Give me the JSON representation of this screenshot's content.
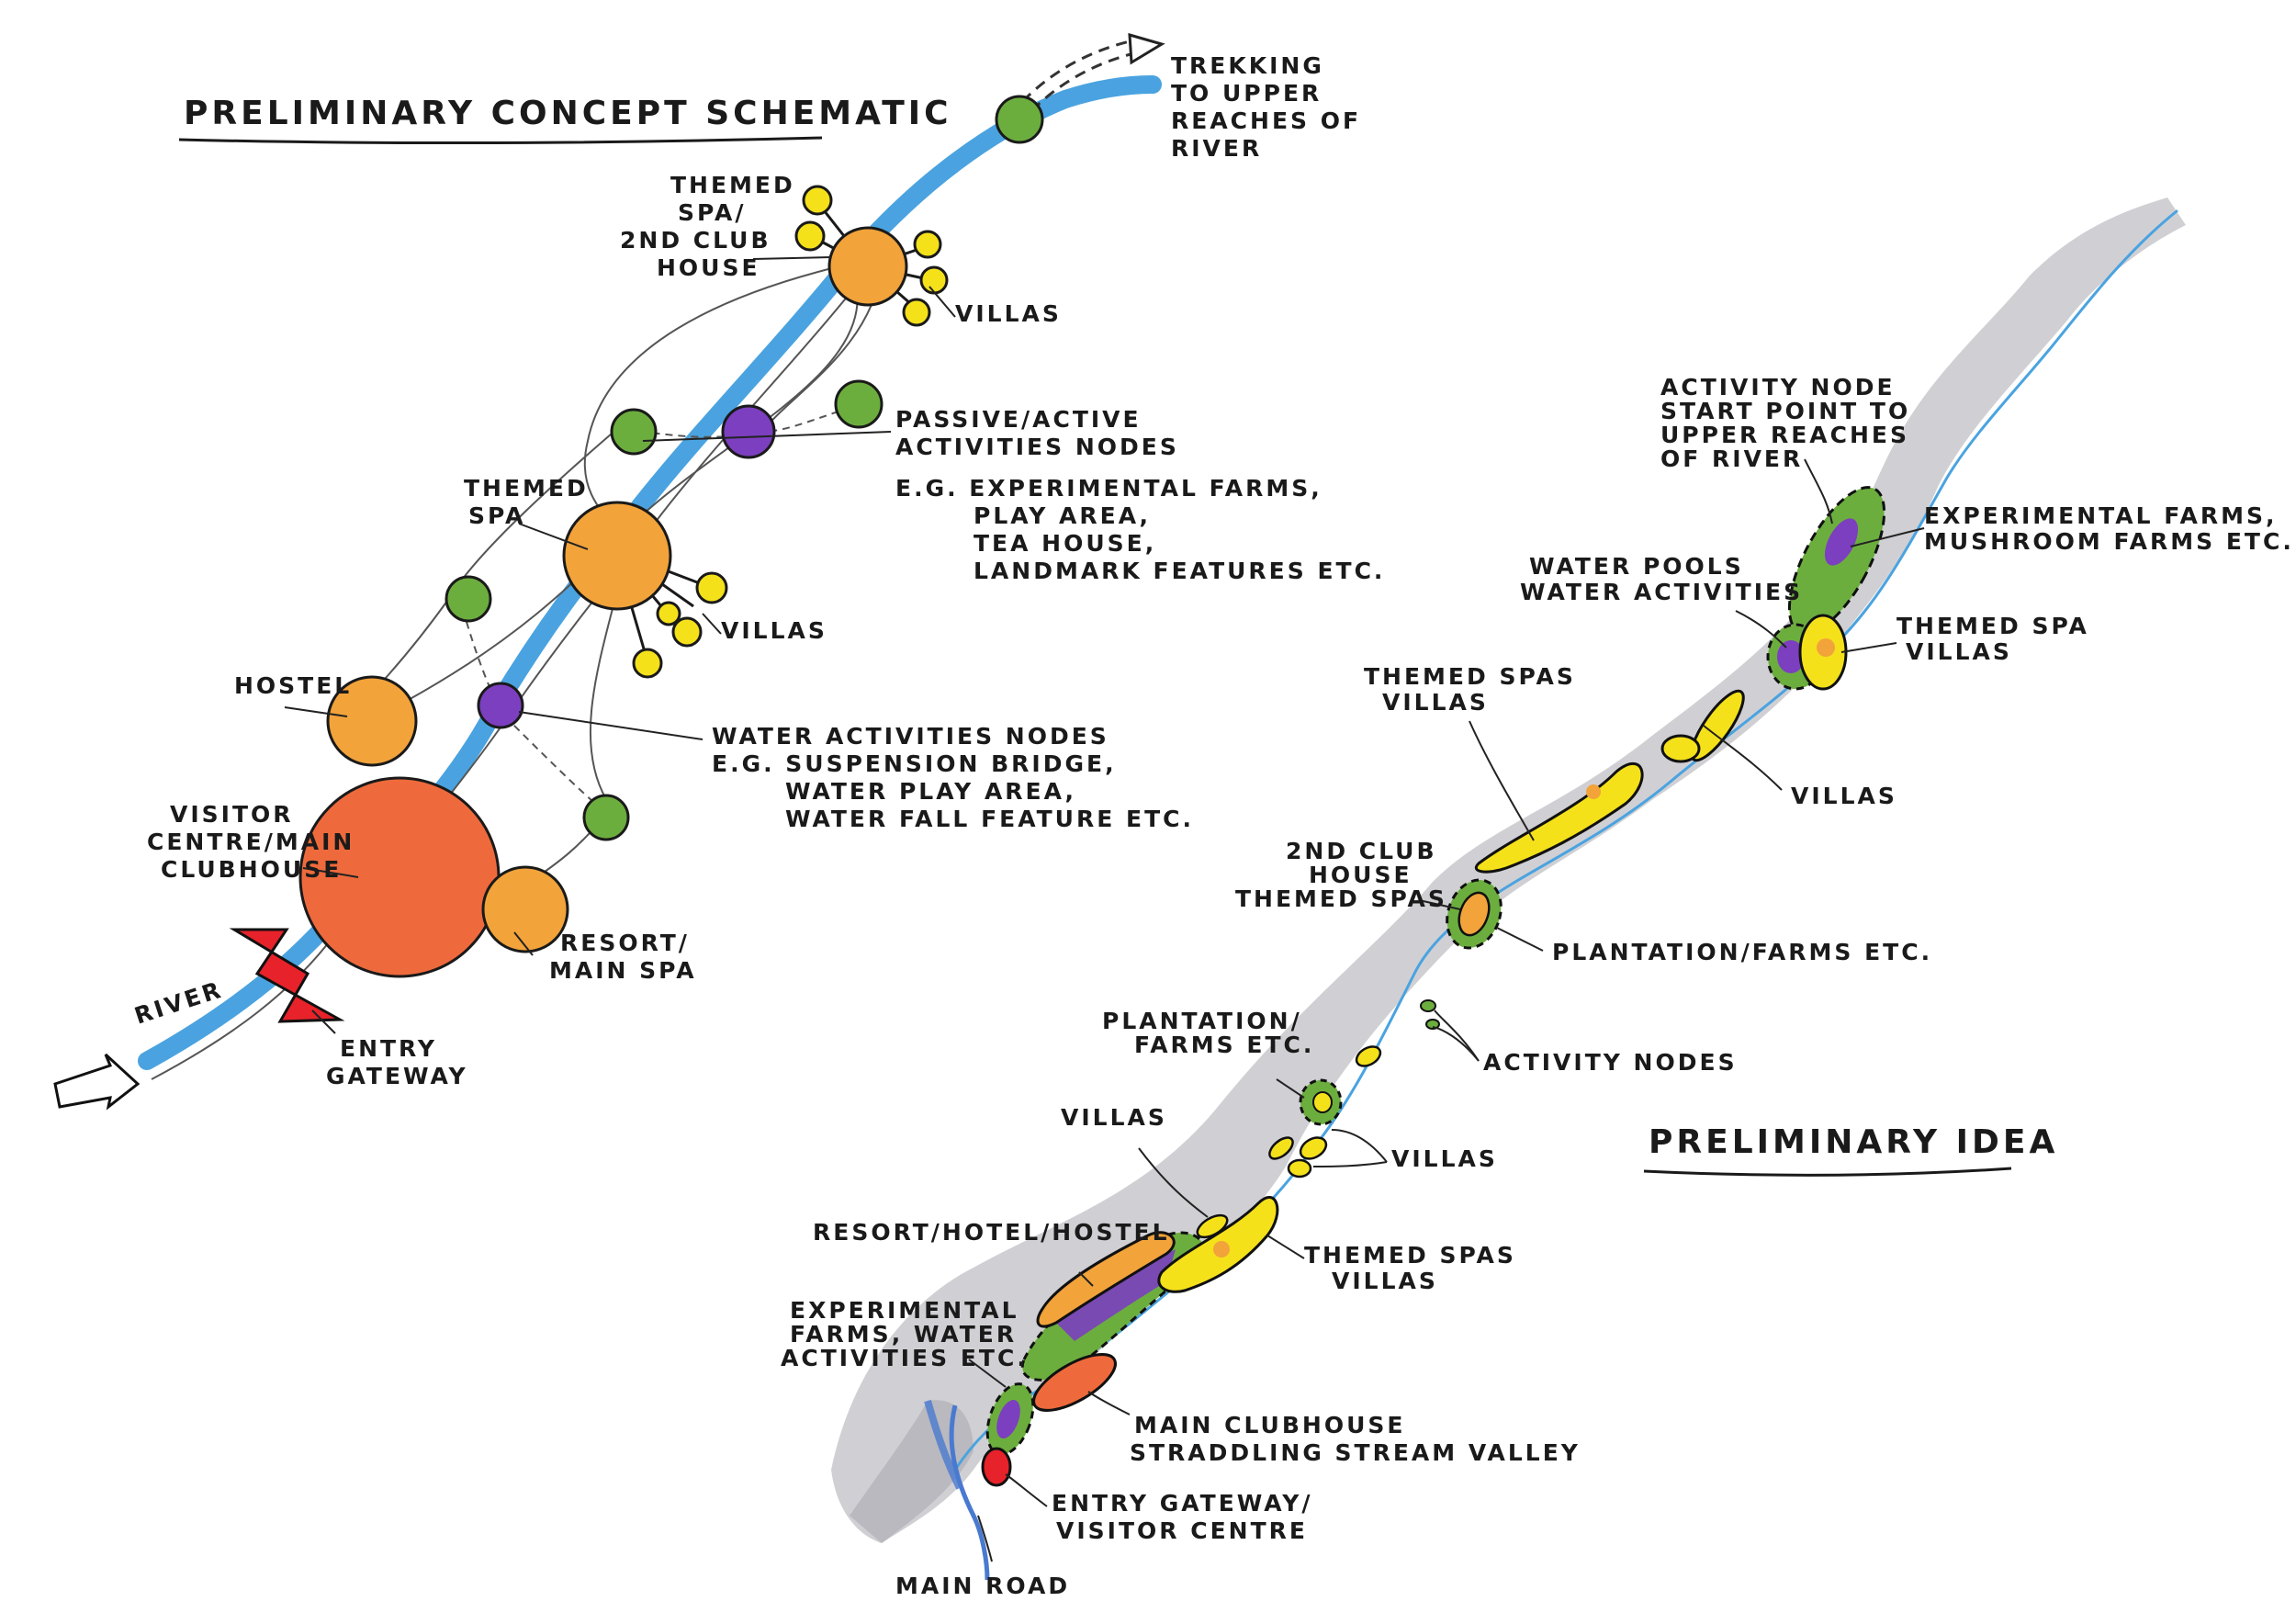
{
  "titles": {
    "schematic": "PRELIMINARY CONCEPT SCHEMATIC",
    "idea": "PRELIMINARY IDEA"
  },
  "colors": {
    "river": "#4aa3e0",
    "main_node": "#ee6a3c",
    "spa_node": "#f2a33a",
    "villa": "#f5e11a",
    "activity_green": "#6cae3e",
    "water_purple": "#7b3fbf",
    "gateway_red": "#e8222a",
    "terrain": "#c8c8cc"
  },
  "schematic": {
    "trekking": [
      "TREKKING",
      "TO UPPER",
      "REACHES OF",
      "RIVER"
    ],
    "themed_spa_club": [
      "THEMED",
      "SPA/",
      "2ND CLUB",
      "HOUSE"
    ],
    "villas_top": "VILLAS",
    "passive_nodes": [
      "PASSIVE/ACTIVE",
      "ACTIVITIES NODES"
    ],
    "passive_eg": [
      "E.G. EXPERIMENTAL FARMS,",
      "PLAY AREA,",
      "TEA HOUSE,",
      "LANDMARK FEATURES ETC."
    ],
    "themed_spa": [
      "THEMED",
      "SPA"
    ],
    "villas_mid": "VILLAS",
    "hostel": "HOSTEL",
    "water_nodes": "WATER ACTIVITIES NODES",
    "water_eg": [
      "E.G. SUSPENSION BRIDGE,",
      "WATER PLAY AREA,",
      "WATER FALL FEATURE ETC."
    ],
    "visitor_centre": [
      "VISITOR",
      "CENTRE/MAIN",
      "CLUBHOUSE"
    ],
    "resort": [
      "RESORT/",
      "MAIN SPA"
    ],
    "river": "RIVER",
    "entry": [
      "ENTRY",
      "GATEWAY"
    ]
  },
  "idea": {
    "activity_node": [
      "ACTIVITY NODE",
      "START POINT TO",
      "UPPER REACHES",
      "OF RIVER"
    ],
    "exp_farms_top": [
      "EXPERIMENTAL FARMS,",
      "MUSHROOM FARMS ETC..."
    ],
    "water_pools": [
      "WATER POOLS",
      "WATER ACTIVITIES"
    ],
    "themed_spa_villas_r": [
      "THEMED SPA",
      "VILLAS"
    ],
    "themed_spas_villas_top": [
      "THEMED SPAS",
      "VILLAS"
    ],
    "villas_r": "VILLAS",
    "club2": [
      "2ND CLUB",
      "HOUSE",
      "THEMED SPAS"
    ],
    "plantation_r": "PLANTATION/FARMS ETC.",
    "plantation_l": [
      "PLANTATION/",
      "FARMS ETC."
    ],
    "activity_nodes": "ACTIVITY NODES",
    "villas_mid": "VILLAS",
    "villas_l": "VILLAS",
    "resort_hotel": "RESORT/HOTEL/HOSTEL",
    "themed_spas_villas_low": [
      "THEMED SPAS",
      "VILLAS"
    ],
    "exp_farms_low": [
      "EXPERIMENTAL",
      "FARMS, WATER",
      "ACTIVITIES ETC."
    ],
    "main_clubhouse": [
      "MAIN CLUBHOUSE",
      "STRADDLING STREAM VALLEY"
    ],
    "entry_gateway": [
      "ENTRY GATEWAY/",
      "VISITOR CENTRE"
    ],
    "main_road": "MAIN ROAD"
  }
}
